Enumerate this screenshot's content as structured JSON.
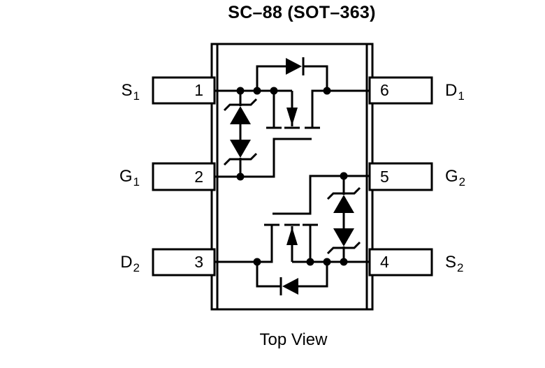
{
  "figure": {
    "title": "SC–88 (SOT–363)",
    "caption": "Top View"
  },
  "package": {
    "pins_left": [
      {
        "number": "1",
        "signal": "S",
        "sub": "1"
      },
      {
        "number": "2",
        "signal": "G",
        "sub": "1"
      },
      {
        "number": "3",
        "signal": "D",
        "sub": "2"
      }
    ],
    "pins_right": [
      {
        "number": "6",
        "signal": "D",
        "sub": "1"
      },
      {
        "number": "5",
        "signal": "G",
        "sub": "2"
      },
      {
        "number": "4",
        "signal": "S",
        "sub": "2"
      }
    ]
  },
  "colors": {
    "ink": "#000000",
    "background": "#ffffff"
  }
}
